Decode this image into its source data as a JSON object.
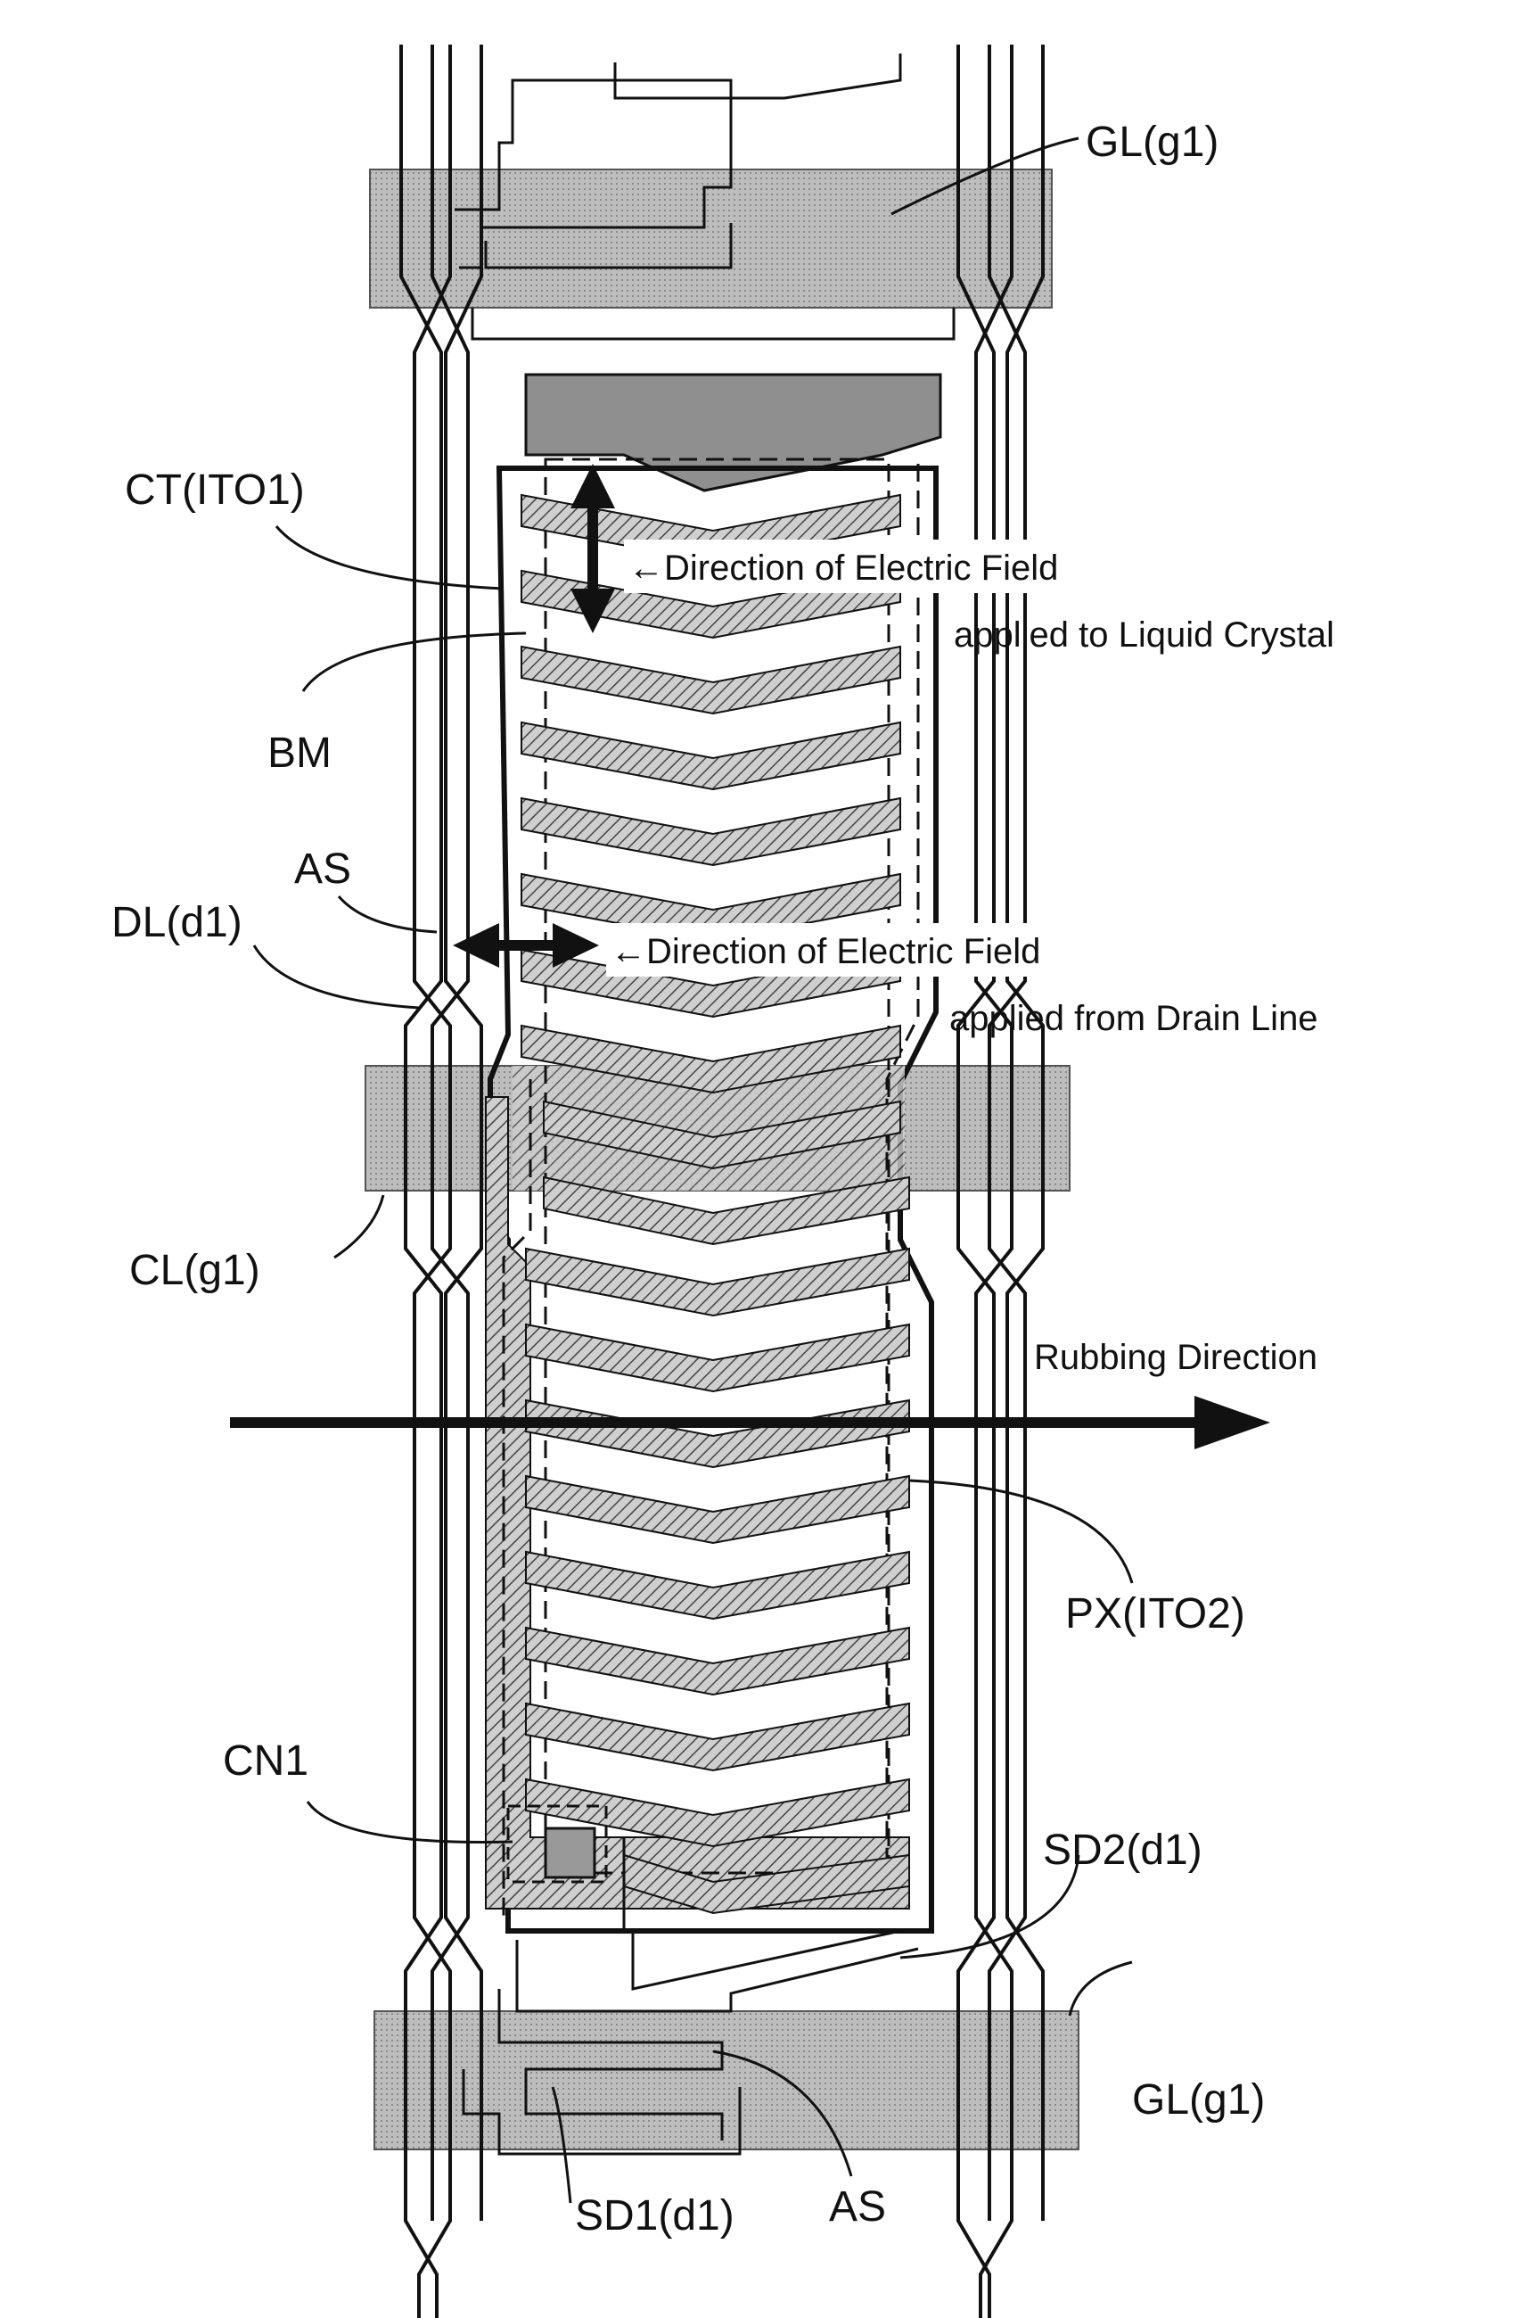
{
  "figure": {
    "labels": {
      "gl_top": "GL(g1)",
      "ct": "CT(ITO1)",
      "bm": "BM",
      "as_mid": "AS",
      "dl": "DL(d1)",
      "cl": "CL(g1)",
      "cn1": "CN1",
      "px": "PX(ITO2)",
      "sd2": "SD2(d1)",
      "gl_bottom": "GL(g1)",
      "sd1": "SD1(d1)",
      "as_bottom": "AS",
      "field_lc_line1": "←Direction of Electric Field",
      "field_lc_line2": "applied to Liquid Crystal",
      "field_dl_line1": "←Direction of Electric Field",
      "field_dl_line2": "applied from Drain Line",
      "rubbing": "Rubbing Direction"
    },
    "colors": {
      "line": "#111111",
      "gate_fill": "#b9b9b9",
      "electrode_fill": "#8f8f8f",
      "background": "#ffffff"
    }
  }
}
